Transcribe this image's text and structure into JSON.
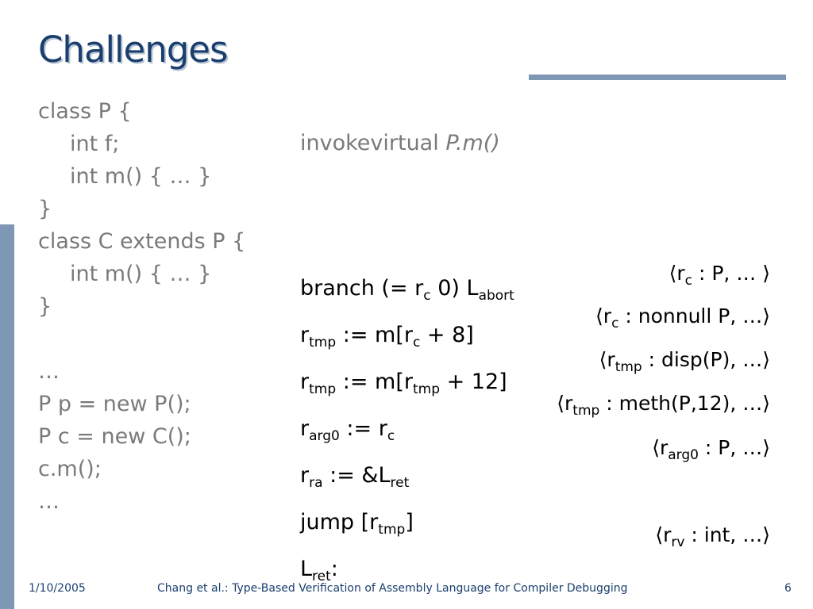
{
  "title": "Challenges",
  "java_code": [
    "class P {",
    "int f;",
    "int m() { … }",
    "}",
    "class C extends P {",
    "int m() { … }",
    "}",
    "",
    "…",
    "P p = new P();",
    "P c = new C();",
    "c.m();",
    "…"
  ],
  "invoke": {
    "keyword": "invokevirtual ",
    "target": "P.m()"
  },
  "asm": {
    "l1": {
      "a": "branch (= r",
      "s1": "c",
      "b": " 0) L",
      "s2": "abort"
    },
    "l2": {
      "a": "r",
      "s1": "tmp",
      "b": " := m[r",
      "s2": "c",
      "c": " + 8]"
    },
    "l3": {
      "a": "r",
      "s1": "tmp",
      "b": " := m[r",
      "s2": "tmp",
      "c": " + 12]"
    },
    "l4": {
      "a": "r",
      "s1": "arg0",
      "b": " := r",
      "s2": "c"
    },
    "l5": {
      "a": "r",
      "s1": "ra",
      "b": " := &L",
      "s2": "ret"
    },
    "l6": {
      "a": "jump [r",
      "s1": "tmp",
      "b": "]"
    },
    "l7": {
      "a": "L",
      "s1": "ret",
      "b": ":"
    }
  },
  "annotations": {
    "a1": {
      "open": "⟨r",
      "sub": "c",
      "rest": " : P, … ⟩"
    },
    "a2": {
      "open": "⟨r",
      "sub": "c",
      "rest": " : nonnull P, …⟩"
    },
    "a3": {
      "open": "⟨r",
      "sub": "tmp",
      "rest": " : disp(P), …⟩"
    },
    "a4": {
      "open": "⟨r",
      "sub": "tmp",
      "rest": " : meth(P,12), …⟩"
    },
    "a5": {
      "open": "⟨r",
      "sub": "arg0",
      "rest": " : P, …⟩"
    },
    "a6": {
      "open": "⟨r",
      "sub": "rv",
      "rest": " : int, …⟩"
    }
  },
  "footer": {
    "date": "1/10/2005",
    "center": "Chang et al.: Type-Based Verification of Assembly Language for Compiler Debugging",
    "page": "6"
  },
  "colors": {
    "accent": "#7d97b4",
    "title": "#1a3f6e",
    "code_gray": "#7a7a7a"
  }
}
